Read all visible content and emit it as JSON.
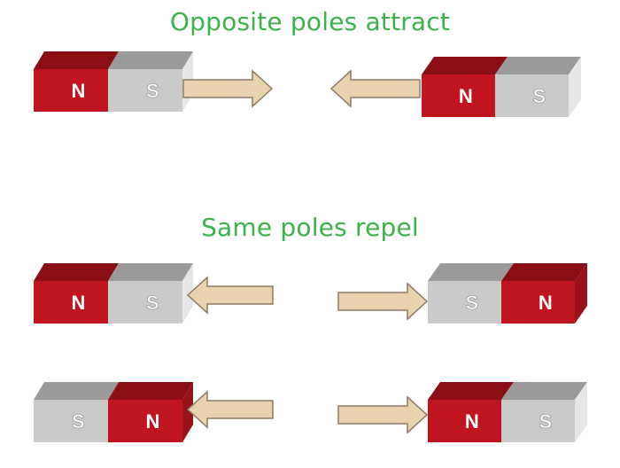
{
  "colors": {
    "heading": "#3cb24a",
    "north_front": "#c0151e",
    "north_top": "#8a0f14",
    "north_side": "#9a1219",
    "south_front": "#cacaca",
    "south_top": "#9a9a9a",
    "south_side": "#e6e6e6",
    "arrow_fill": "#e9d3ae",
    "arrow_stroke": "#8a7a66",
    "north_text": "#ffffff",
    "south_text": "#ffffff"
  },
  "headings": {
    "attract": "Opposite poles attract",
    "repel": "Same poles repel"
  },
  "magnets": [
    {
      "id": "attract-left",
      "poles": [
        "N",
        "S"
      ]
    },
    {
      "id": "attract-right",
      "poles": [
        "N",
        "S"
      ]
    },
    {
      "id": "repel1-left",
      "poles": [
        "N",
        "S"
      ]
    },
    {
      "id": "repel1-right",
      "poles": [
        "S",
        "N"
      ]
    },
    {
      "id": "repel2-left",
      "poles": [
        "S",
        "N"
      ]
    },
    {
      "id": "repel2-right",
      "poles": [
        "N",
        "S"
      ]
    }
  ],
  "arrows": [
    {
      "id": "attract-left",
      "direction": "right"
    },
    {
      "id": "attract-right",
      "direction": "left"
    },
    {
      "id": "repel1-left",
      "direction": "left"
    },
    {
      "id": "repel1-right",
      "direction": "right"
    },
    {
      "id": "repel2-left",
      "direction": "left"
    },
    {
      "id": "repel2-right",
      "direction": "right"
    }
  ]
}
